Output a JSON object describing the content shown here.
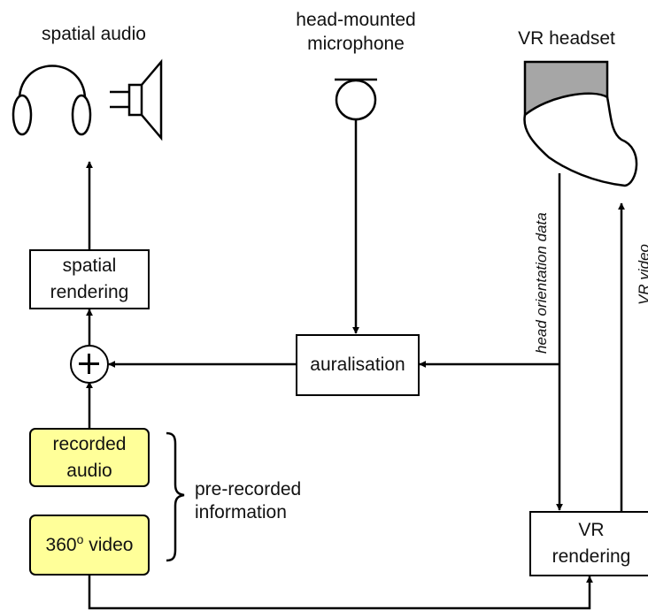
{
  "labels": {
    "spatial_audio": "spatial audio",
    "head_mounted_line1": "head-mounted",
    "head_mounted_line2": "microphone",
    "vr_headset": "VR headset",
    "pre_recorded_line1": "pre-recorded",
    "pre_recorded_line2": "information",
    "head_orientation_data": "head orientation data",
    "vr_video": "VR video"
  },
  "boxes": {
    "spatial_rendering_line1": "spatial",
    "spatial_rendering_line2": "rendering",
    "auralisation": "auralisation",
    "recorded_audio_line1": "recorded",
    "recorded_audio_line2": "audio",
    "video_360_pre": "360",
    "video_360_sup": "o",
    "video_360_post": " video",
    "vr_rendering_line1": "VR",
    "vr_rendering_line2": "rendering"
  },
  "colors": {
    "pre_recorded_fill": "#ffff99",
    "headset_shade": "#a6a6a6"
  },
  "icons": {
    "headphones": "headphones-icon",
    "loudspeaker": "speaker-icon",
    "microphone": "microphone-icon",
    "headset": "vr-headset-icon",
    "sum_node": "plus-icon"
  }
}
